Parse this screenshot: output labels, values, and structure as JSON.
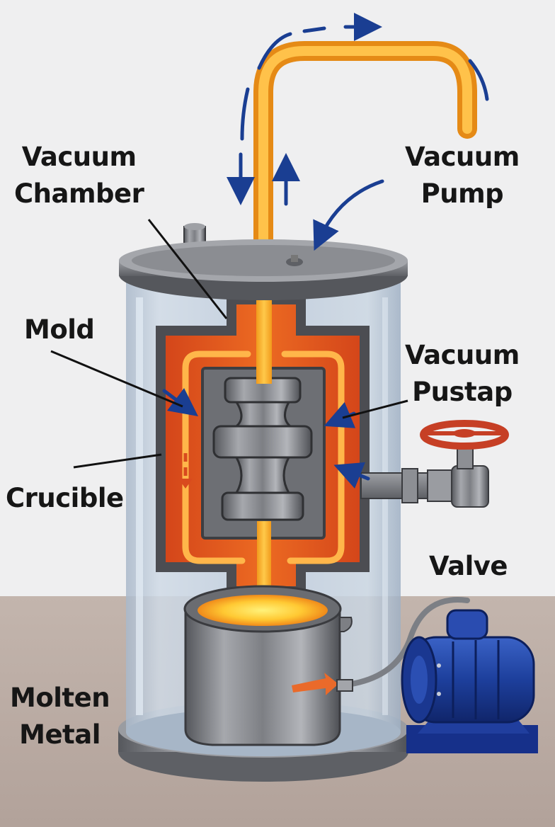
{
  "labels": {
    "vacuum_chamber": [
      "Vacuum",
      "Chamber"
    ],
    "vacuum_pump": [
      "Vacuum",
      "Pump"
    ],
    "mold": "Mold",
    "vacuum_pustap": [
      "Vacuum",
      "Pustap"
    ],
    "crucible": "Crucible",
    "valve": "Valve",
    "molten_metal": [
      "Molten",
      "Metal"
    ]
  },
  "colors": {
    "background": "#efeff0",
    "floor": "#b9aaa2",
    "molten_orange": "#f6a524",
    "mold_hot": "#e2551d",
    "steel": "#7d7f84",
    "glass": "#b8c6d6",
    "pump_blue": "#1d3f9c",
    "valve_red": "#d14a2c",
    "arrow_blue": "#1a3e92",
    "label_text": "#161616"
  }
}
